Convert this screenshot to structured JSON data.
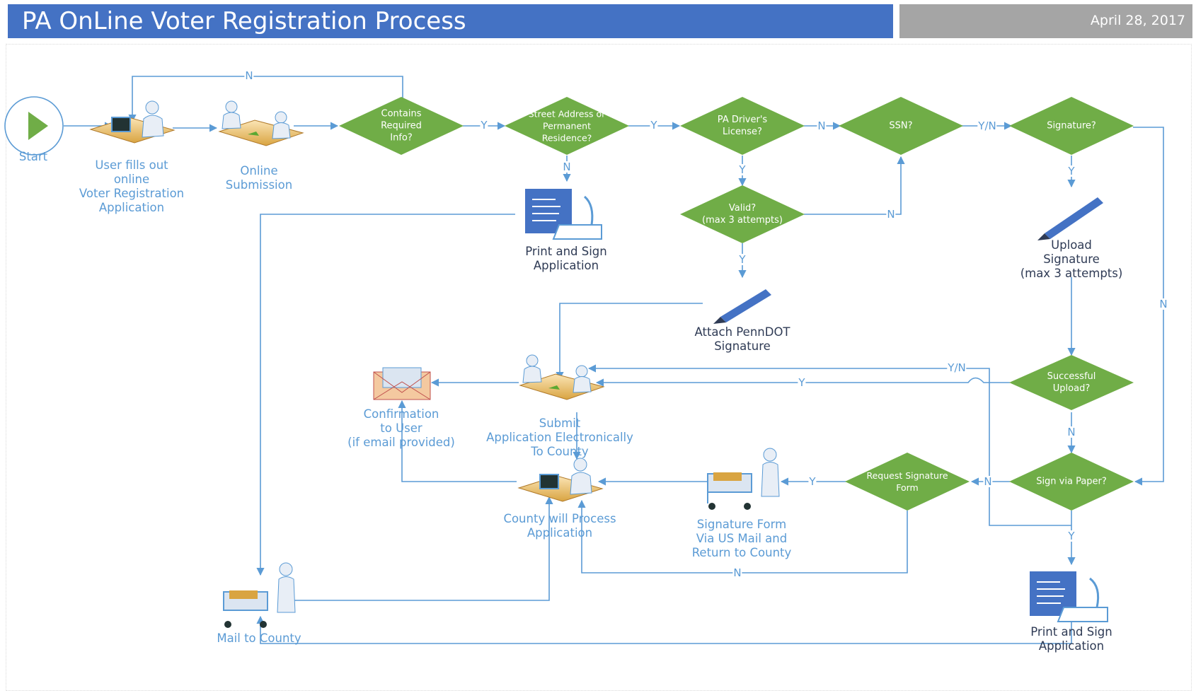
{
  "header": {
    "title": "PA OnLine Voter Registration Process",
    "date": "April 28, 2017"
  },
  "nodes": {
    "start": {
      "label": "Start"
    },
    "user_fills": {
      "lines": [
        "User fills out",
        "online",
        "Voter Registration",
        "Application"
      ]
    },
    "online_submission": {
      "lines": [
        "Online",
        "Submission"
      ]
    },
    "contains_info": {
      "lines": [
        "Contains",
        "Required",
        "Info?"
      ]
    },
    "street_address": {
      "lines": [
        "Street Address or",
        "Permanent",
        "Residence?"
      ]
    },
    "pa_license": {
      "lines": [
        "PA Driver's",
        "License?"
      ]
    },
    "ssn": {
      "lines": [
        "SSN?"
      ]
    },
    "signature_q": {
      "lines": [
        "Signature?"
      ]
    },
    "valid_q": {
      "lines": [
        "Valid?",
        "(max 3 attempts)"
      ]
    },
    "print_sign_top": {
      "lines": [
        "Print and Sign",
        "Application"
      ]
    },
    "upload_signature": {
      "lines": [
        "Upload",
        "Signature",
        "(max 3 attempts)"
      ]
    },
    "attach_penndot": {
      "lines": [
        "Attach PennDOT",
        "Signature"
      ]
    },
    "successful_upload": {
      "lines": [
        "Successful",
        "Upload?"
      ]
    },
    "confirmation": {
      "lines": [
        "Confirmation",
        "to User",
        "(if email provided)"
      ]
    },
    "submit_electronic": {
      "lines": [
        "Submit",
        "Application Electronically",
        "To County"
      ]
    },
    "request_form": {
      "lines": [
        "Request Signature",
        "Form"
      ]
    },
    "sign_via_paper": {
      "lines": [
        "Sign via Paper?"
      ]
    },
    "signature_form_mail": {
      "lines": [
        "Signature Form",
        "Via US Mail and",
        "Return to County"
      ]
    },
    "county_process": {
      "lines": [
        "County will Process",
        "Application"
      ]
    },
    "print_sign_bottom": {
      "lines": [
        "Print and Sign",
        "Application"
      ]
    },
    "mail_county": {
      "lines": [
        "Mail to County"
      ]
    }
  },
  "edge_labels": {
    "n_top": "N",
    "y1": "Y",
    "y2": "Y",
    "n_license": "N",
    "yn_ssn": "Y/N",
    "n_address": "N",
    "y_license": "Y",
    "n_valid": "N",
    "y_valid": "Y",
    "y_signature": "Y",
    "n_signature": "N",
    "yn_upload": "Y/N",
    "y_upload": "Y",
    "n_upload": "N",
    "n_paper": "N",
    "y_request": "Y",
    "y_paper": "Y",
    "n_request": "N"
  },
  "colors": {
    "header_blue": "#4472c4",
    "header_gray": "#a5a5a5",
    "decision_green": "#70ad47",
    "connector_blue": "#5b9bd5",
    "start_green": "#70ad47"
  },
  "icons": {
    "start": "play-icon",
    "workstation": "computer-user-icon",
    "meeting": "two-people-desk-icon",
    "document": "document-microscope-icon",
    "pen": "pen-icon",
    "envelope": "envelope-icon",
    "cart": "mail-cart-person-icon"
  }
}
